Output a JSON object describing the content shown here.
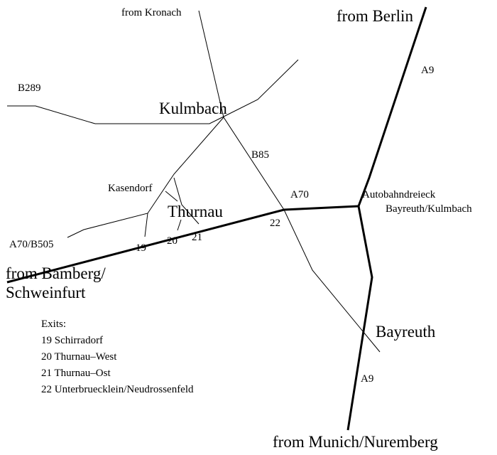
{
  "cities": {
    "kulmbach": "Kulmbach",
    "thurnau": "Thurnau",
    "kasendorf": "Kasendorf",
    "bayreuth": "Bayreuth"
  },
  "roads": {
    "b289": "B289",
    "b85": "B85",
    "a70_top": "A70",
    "a9_north": "A9",
    "a9_south": "A9",
    "a70_b505": "A70/B505"
  },
  "directions": {
    "kronach": "from Kronach",
    "berlin": "from Berlin",
    "bamberg_1": "from Bamberg/",
    "bamberg_2": "Schweinfurt",
    "munich": "from Munich/Nuremberg"
  },
  "interchange": {
    "line1": "Autobahndreieck",
    "line2": "Bayreuth/Kulmbach"
  },
  "exit_numbers": [
    "19",
    "20",
    "21",
    "22"
  ],
  "legend": {
    "title": "Exits:",
    "items": [
      "19 Schirradorf",
      "20 Thurnau–West",
      "21 Thurnau–Ost",
      "22 Unterbruecklein/Neudrossenfeld"
    ]
  }
}
